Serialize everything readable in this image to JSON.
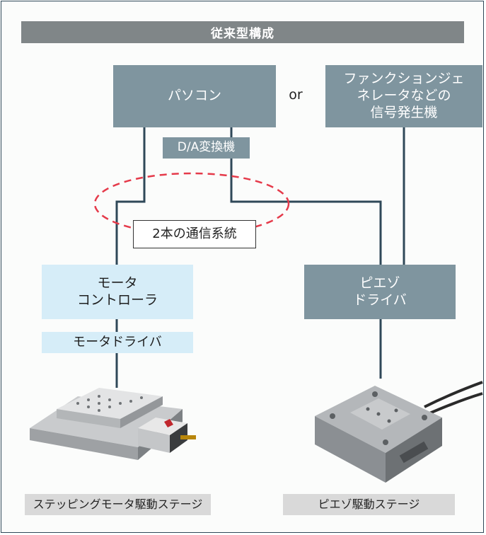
{
  "header": {
    "title": "従来型構成"
  },
  "pc": {
    "label": "パソコン"
  },
  "or": {
    "label": "or"
  },
  "function_generator": {
    "label": "ファンクションジェ\nネレータなどの\n信号発生機"
  },
  "da_converter": {
    "label": "D/A変換機"
  },
  "note": {
    "label": "2本の通信系統"
  },
  "motor_controller": {
    "label": "モータ\nコントローラ"
  },
  "motor_driver": {
    "label": "モータドライバ"
  },
  "piezo_driver": {
    "label": "ピエゾ\nドライバ"
  },
  "captions": {
    "stepping": "ステッピングモータ駆動ステージ",
    "piezo": "ピエゾ駆動ステージ"
  },
  "colors": {
    "line": "#2f4858",
    "dark_box": "#7f959f",
    "light_box": "#d6edf8",
    "highlight": "#e53a4a"
  }
}
